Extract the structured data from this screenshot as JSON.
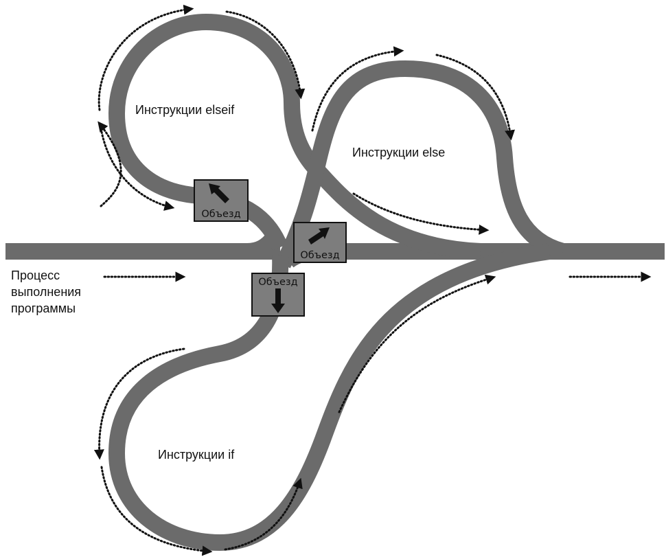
{
  "labels": {
    "elseif": "Инструкции elseif",
    "else": "Инструкции else",
    "if": "Инструкции if",
    "process": [
      "Процесс",
      "выполнения",
      "программы"
    ]
  },
  "signs": [
    {
      "text": "Объезд",
      "direction": "up-left"
    },
    {
      "text": "Объезд",
      "direction": "up-right"
    },
    {
      "text": "Объезд",
      "direction": "down"
    }
  ],
  "colors": {
    "road": "#6b6b6b",
    "sign": "#7d7d7d",
    "ink": "#111111",
    "background": "#ffffff"
  }
}
